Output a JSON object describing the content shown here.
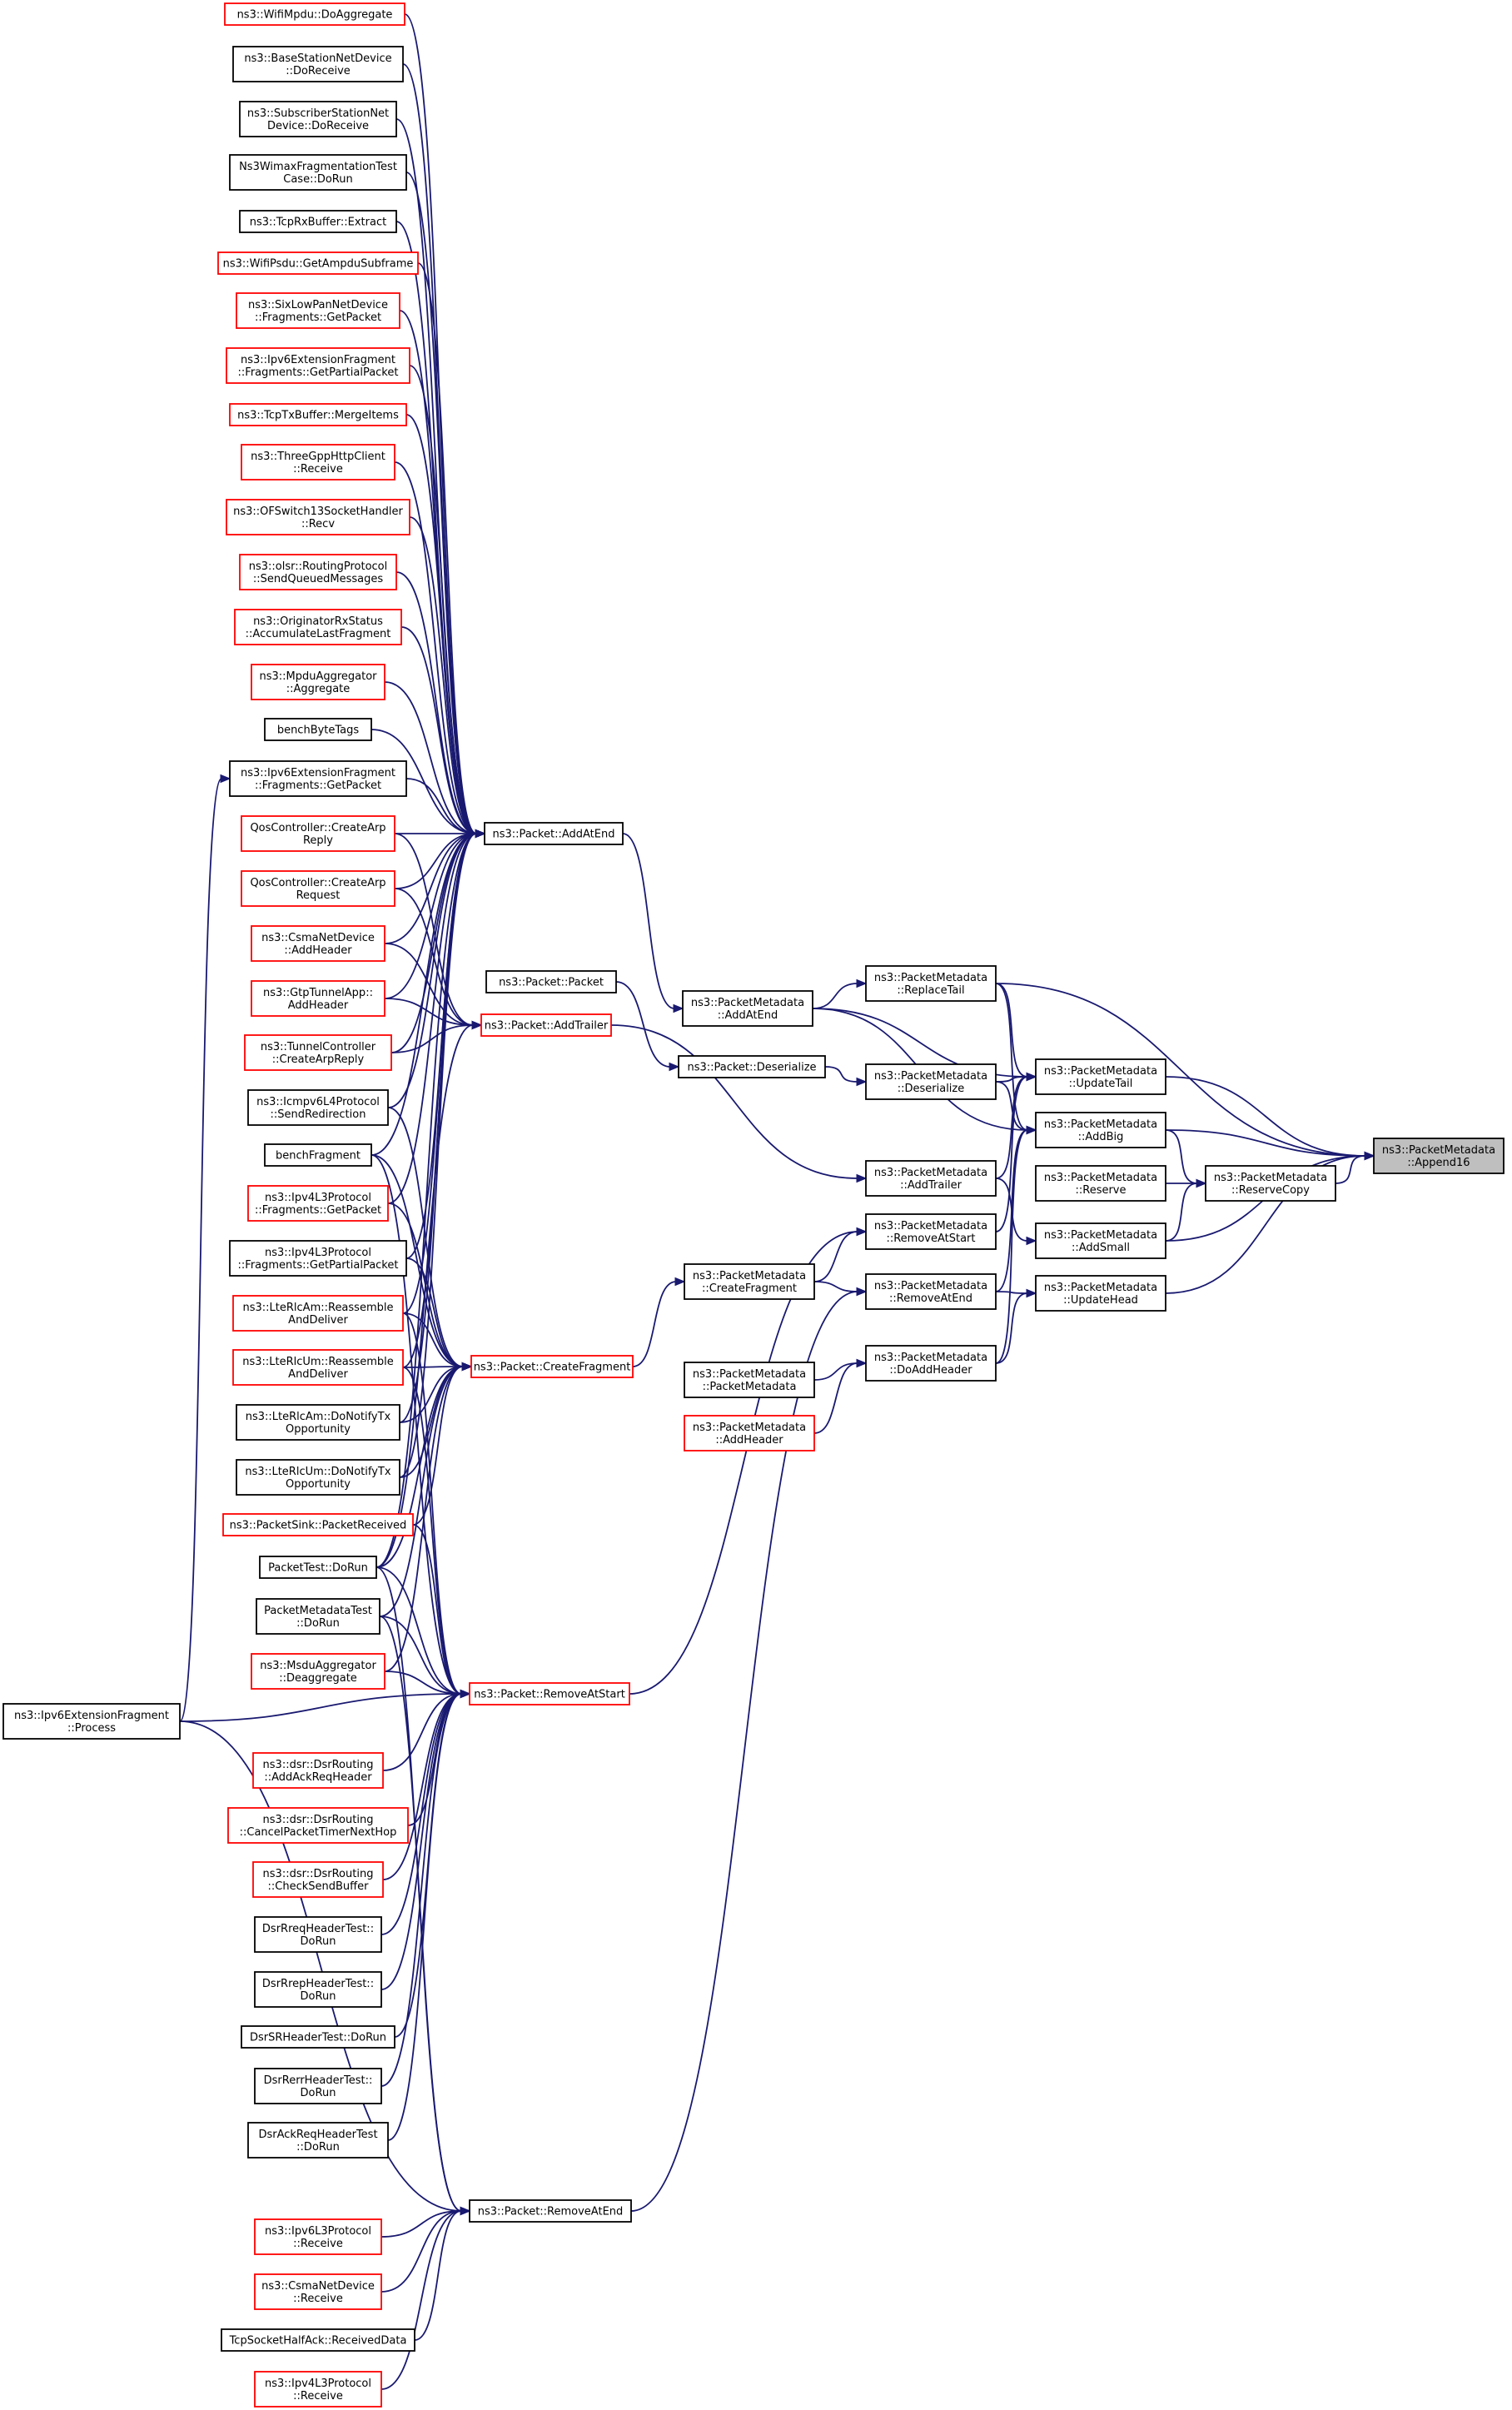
{
  "colors": {
    "edge": "#191970",
    "border_documented": "#000000",
    "border_truncated": "#ff0000",
    "root_fill": "#bfbfbf",
    "node_fill": "#ffffff"
  },
  "nodes": [
    {
      "id": "root",
      "lines": [
        "ns3::PacketMetadata",
        "::Append16"
      ],
      "style": "root"
    },
    {
      "id": "update_tail",
      "lines": [
        "ns3::PacketMetadata",
        "::UpdateTail"
      ],
      "style": "normal"
    },
    {
      "id": "add_big",
      "lines": [
        "ns3::PacketMetadata",
        "::AddBig"
      ],
      "style": "normal"
    },
    {
      "id": "reserve_copy",
      "lines": [
        "ns3::PacketMetadata",
        "::ReserveCopy"
      ],
      "style": "normal"
    },
    {
      "id": "reserve",
      "lines": [
        "ns3::PacketMetadata",
        "::Reserve"
      ],
      "style": "normal"
    },
    {
      "id": "add_small",
      "lines": [
        "ns3::PacketMetadata",
        "::AddSmall"
      ],
      "style": "normal"
    },
    {
      "id": "update_head",
      "lines": [
        "ns3::PacketMetadata",
        "::UpdateHead"
      ],
      "style": "normal"
    },
    {
      "id": "replace_tail",
      "lines": [
        "ns3::PacketMetadata",
        "::ReplaceTail"
      ],
      "style": "normal"
    },
    {
      "id": "pm_deserialize",
      "lines": [
        "ns3::PacketMetadata",
        "::Deserialize"
      ],
      "style": "normal"
    },
    {
      "id": "pm_add_trailer",
      "lines": [
        "ns3::PacketMetadata",
        "::AddTrailer"
      ],
      "style": "normal"
    },
    {
      "id": "pm_remove_at_start",
      "lines": [
        "ns3::PacketMetadata",
        "::RemoveAtStart"
      ],
      "style": "normal"
    },
    {
      "id": "pm_remove_at_end",
      "lines": [
        "ns3::PacketMetadata",
        "::RemoveAtEnd"
      ],
      "style": "normal"
    },
    {
      "id": "pm_do_add_header",
      "lines": [
        "ns3::PacketMetadata",
        "::DoAddHeader"
      ],
      "style": "normal"
    },
    {
      "id": "pm_add_at_end",
      "lines": [
        "ns3::PacketMetadata",
        "::AddAtEnd"
      ],
      "style": "normal"
    },
    {
      "id": "pkt_deserialize",
      "lines": [
        "ns3::Packet::Deserialize"
      ],
      "style": "normal"
    },
    {
      "id": "pm_create_fragment",
      "lines": [
        "ns3::PacketMetadata",
        "::CreateFragment"
      ],
      "style": "normal"
    },
    {
      "id": "pm_packet_metadata",
      "lines": [
        "ns3::PacketMetadata",
        "::PacketMetadata"
      ],
      "style": "normal"
    },
    {
      "id": "pm_add_header",
      "lines": [
        "ns3::PacketMetadata",
        "::AddHeader"
      ],
      "style": "truncated"
    },
    {
      "id": "pkt_packet",
      "lines": [
        "ns3::Packet::Packet"
      ],
      "style": "normal"
    },
    {
      "id": "pkt_add_at_end",
      "lines": [
        "ns3::Packet::AddAtEnd"
      ],
      "style": "normal"
    },
    {
      "id": "pkt_add_trailer",
      "lines": [
        "ns3::Packet::AddTrailer"
      ],
      "style": "truncated"
    },
    {
      "id": "pkt_create_fragment",
      "lines": [
        "ns3::Packet::CreateFragment"
      ],
      "style": "truncated"
    },
    {
      "id": "pkt_remove_at_start",
      "lines": [
        "ns3::Packet::RemoveAtStart"
      ],
      "style": "truncated"
    },
    {
      "id": "pkt_remove_at_end",
      "lines": [
        "ns3::Packet::RemoveAtEnd"
      ],
      "style": "normal"
    },
    {
      "id": "c_wifimpdu",
      "lines": [
        "ns3::WifiMpdu::DoAggregate"
      ],
      "style": "truncated"
    },
    {
      "id": "c_bsnd",
      "lines": [
        "ns3::BaseStationNetDevice",
        "::DoReceive"
      ],
      "style": "normal"
    },
    {
      "id": "c_ssnd",
      "lines": [
        "ns3::SubscriberStationNet",
        "Device::DoReceive"
      ],
      "style": "normal"
    },
    {
      "id": "c_wimaxfrag",
      "lines": [
        "Ns3WimaxFragmentationTest",
        "Case::DoRun"
      ],
      "style": "normal"
    },
    {
      "id": "c_tcprx",
      "lines": [
        "ns3::TcpRxBuffer::Extract"
      ],
      "style": "normal"
    },
    {
      "id": "c_wifipsdu",
      "lines": [
        "ns3::WifiPsdu::GetAmpduSubframe"
      ],
      "style": "truncated"
    },
    {
      "id": "c_sixlowpan",
      "lines": [
        "ns3::SixLowPanNetDevice",
        "::Fragments::GetPacket"
      ],
      "style": "truncated"
    },
    {
      "id": "c_ipv6extpartial",
      "lines": [
        "ns3::Ipv6ExtensionFragment",
        "::Fragments::GetPartialPacket"
      ],
      "style": "truncated"
    },
    {
      "id": "c_tcptx",
      "lines": [
        "ns3::TcpTxBuffer::MergeItems"
      ],
      "style": "truncated"
    },
    {
      "id": "c_threegpp",
      "lines": [
        "ns3::ThreeGppHttpClient",
        "::Receive"
      ],
      "style": "truncated"
    },
    {
      "id": "c_ofswitch",
      "lines": [
        "ns3::OFSwitch13SocketHandler",
        "::Recv"
      ],
      "style": "truncated"
    },
    {
      "id": "c_olsr",
      "lines": [
        "ns3::olsr::RoutingProtocol",
        "::SendQueuedMessages"
      ],
      "style": "truncated"
    },
    {
      "id": "c_originator",
      "lines": [
        "ns3::OriginatorRxStatus",
        "::AccumulateLastFragment"
      ],
      "style": "truncated"
    },
    {
      "id": "c_mpduagg",
      "lines": [
        "ns3::MpduAggregator",
        "::Aggregate"
      ],
      "style": "truncated"
    },
    {
      "id": "c_benchbyte",
      "lines": [
        "benchByteTags"
      ],
      "style": "normal"
    },
    {
      "id": "c_ipv6extget",
      "lines": [
        "ns3::Ipv6ExtensionFragment",
        "::Fragments::GetPacket"
      ],
      "style": "normal"
    },
    {
      "id": "c_qosarpreply",
      "lines": [
        "QosController::CreateArp",
        "Reply"
      ],
      "style": "truncated"
    },
    {
      "id": "c_qosarpreq",
      "lines": [
        "QosController::CreateArp",
        "Request"
      ],
      "style": "truncated"
    },
    {
      "id": "c_csmaaddheader",
      "lines": [
        "ns3::CsmaNetDevice",
        "::AddHeader"
      ],
      "style": "truncated"
    },
    {
      "id": "c_gtptunnel",
      "lines": [
        "ns3::GtpTunnelApp::",
        "AddHeader"
      ],
      "style": "truncated"
    },
    {
      "id": "c_tunnelctrl",
      "lines": [
        "ns3::TunnelController",
        "::CreateArpReply"
      ],
      "style": "truncated"
    },
    {
      "id": "c_icmpv6",
      "lines": [
        "ns3::Icmpv6L4Protocol",
        "::SendRedirection"
      ],
      "style": "normal"
    },
    {
      "id": "c_benchfrag",
      "lines": [
        "benchFragment"
      ],
      "style": "normal"
    },
    {
      "id": "c_ipv4fragget",
      "lines": [
        "ns3::Ipv4L3Protocol",
        "::Fragments::GetPacket"
      ],
      "style": "truncated"
    },
    {
      "id": "c_ipv4fragpartial",
      "lines": [
        "ns3::Ipv4L3Protocol",
        "::Fragments::GetPartialPacket"
      ],
      "style": "normal"
    },
    {
      "id": "c_rlcamreasm",
      "lines": [
        "ns3::LteRlcAm::Reassemble",
        "AndDeliver"
      ],
      "style": "truncated"
    },
    {
      "id": "c_rlcumreasm",
      "lines": [
        "ns3::LteRlcUm::Reassemble",
        "AndDeliver"
      ],
      "style": "truncated"
    },
    {
      "id": "c_rlcamnotify",
      "lines": [
        "ns3::LteRlcAm::DoNotifyTx",
        "Opportunity"
      ],
      "style": "normal"
    },
    {
      "id": "c_rlcumnotify",
      "lines": [
        "ns3::LteRlcUm::DoNotifyTx",
        "Opportunity"
      ],
      "style": "normal"
    },
    {
      "id": "c_packetsink",
      "lines": [
        "ns3::PacketSink::PacketReceived"
      ],
      "style": "truncated"
    },
    {
      "id": "c_packettest",
      "lines": [
        "PacketTest::DoRun"
      ],
      "style": "normal"
    },
    {
      "id": "c_pmtest",
      "lines": [
        "PacketMetadataTest",
        "::DoRun"
      ],
      "style": "normal"
    },
    {
      "id": "c_msduagg",
      "lines": [
        "ns3::MsduAggregator",
        "::Deaggregate"
      ],
      "style": "truncated"
    },
    {
      "id": "c_ipv6extprocess",
      "lines": [
        "ns3::Ipv6ExtensionFragment",
        "::Process"
      ],
      "style": "normal"
    },
    {
      "id": "c_dsrackreq",
      "lines": [
        "ns3::dsr::DsrRouting",
        "::AddAckReqHeader"
      ],
      "style": "truncated"
    },
    {
      "id": "c_dsrcancel",
      "lines": [
        "ns3::dsr::DsrRouting",
        "::CancelPacketTimerNextHop"
      ],
      "style": "truncated"
    },
    {
      "id": "c_dsrcheck",
      "lines": [
        "ns3::dsr::DsrRouting",
        "::CheckSendBuffer"
      ],
      "style": "truncated"
    },
    {
      "id": "c_dsrrreq",
      "lines": [
        "DsrRreqHeaderTest::",
        "DoRun"
      ],
      "style": "normal"
    },
    {
      "id": "c_dsrrrep",
      "lines": [
        "DsrRrepHeaderTest::",
        "DoRun"
      ],
      "style": "normal"
    },
    {
      "id": "c_dsrsr",
      "lines": [
        "DsrSRHeaderTest::DoRun"
      ],
      "style": "normal"
    },
    {
      "id": "c_dsrrerr",
      "lines": [
        "DsrRerrHeaderTest::",
        "DoRun"
      ],
      "style": "normal"
    },
    {
      "id": "c_dsrackreqtest",
      "lines": [
        "DsrAckReqHeaderTest",
        "::DoRun"
      ],
      "style": "normal"
    },
    {
      "id": "c_ipv6receive",
      "lines": [
        "ns3::Ipv6L3Protocol",
        "::Receive"
      ],
      "style": "truncated"
    },
    {
      "id": "c_csmareceive",
      "lines": [
        "ns3::CsmaNetDevice",
        "::Receive"
      ],
      "style": "truncated"
    },
    {
      "id": "c_tcphalfack",
      "lines": [
        "TcpSocketHalfAck::ReceivedData"
      ],
      "style": "normal"
    },
    {
      "id": "c_ipv4receive",
      "lines": [
        "ns3::Ipv4L3Protocol",
        "::Receive"
      ],
      "style": "truncated"
    }
  ],
  "edges": [
    [
      "update_tail",
      "root"
    ],
    [
      "add_big",
      "root"
    ],
    [
      "reserve_copy",
      "root"
    ],
    [
      "add_small",
      "root"
    ],
    [
      "update_head",
      "root"
    ],
    [
      "replace_tail",
      "root"
    ],
    [
      "reserve",
      "reserve_copy"
    ],
    [
      "add_big",
      "reserve_copy"
    ],
    [
      "add_small",
      "reserve_copy"
    ],
    [
      "replace_tail",
      "update_tail"
    ],
    [
      "pm_add_at_end",
      "update_tail"
    ],
    [
      "pm_deserialize",
      "update_tail"
    ],
    [
      "pm_add_trailer",
      "update_tail"
    ],
    [
      "pm_remove_at_start",
      "update_tail"
    ],
    [
      "replace_tail",
      "add_big"
    ],
    [
      "pm_deserialize",
      "add_big"
    ],
    [
      "pm_add_at_end",
      "add_big"
    ],
    [
      "pm_remove_at_end",
      "add_big"
    ],
    [
      "pm_do_add_header",
      "add_big"
    ],
    [
      "pm_add_trailer",
      "add_small"
    ],
    [
      "pm_remove_at_end",
      "update_head"
    ],
    [
      "pm_do_add_header",
      "update_head"
    ],
    [
      "pm_add_at_end",
      "replace_tail"
    ],
    [
      "pkt_deserialize",
      "pm_deserialize"
    ],
    [
      "pkt_add_trailer",
      "pm_add_trailer"
    ],
    [
      "pm_create_fragment",
      "pm_remove_at_start"
    ],
    [
      "pm_create_fragment",
      "pm_remove_at_end"
    ],
    [
      "pm_packet_metadata",
      "pm_do_add_header"
    ],
    [
      "pm_add_header",
      "pm_do_add_header"
    ],
    [
      "pkt_add_at_end",
      "pm_add_at_end"
    ],
    [
      "pkt_packet",
      "pkt_deserialize"
    ],
    [
      "pkt_create_fragment",
      "pm_create_fragment"
    ],
    [
      "pkt_remove_at_start",
      "pm_remove_at_start"
    ],
    [
      "pkt_remove_at_end",
      "pm_remove_at_end"
    ],
    [
      "c_wifimpdu",
      "pkt_add_at_end"
    ],
    [
      "c_bsnd",
      "pkt_add_at_end"
    ],
    [
      "c_ssnd",
      "pkt_add_at_end"
    ],
    [
      "c_wimaxfrag",
      "pkt_add_at_end"
    ],
    [
      "c_tcprx",
      "pkt_add_at_end"
    ],
    [
      "c_wifipsdu",
      "pkt_add_at_end"
    ],
    [
      "c_sixlowpan",
      "pkt_add_at_end"
    ],
    [
      "c_ipv6extpartial",
      "pkt_add_at_end"
    ],
    [
      "c_tcptx",
      "pkt_add_at_end"
    ],
    [
      "c_threegpp",
      "pkt_add_at_end"
    ],
    [
      "c_ofswitch",
      "pkt_add_at_end"
    ],
    [
      "c_olsr",
      "pkt_add_at_end"
    ],
    [
      "c_originator",
      "pkt_add_at_end"
    ],
    [
      "c_mpduagg",
      "pkt_add_at_end"
    ],
    [
      "c_benchbyte",
      "pkt_add_at_end"
    ],
    [
      "c_ipv6extget",
      "pkt_add_at_end"
    ],
    [
      "c_qosarpreply",
      "pkt_add_at_end"
    ],
    [
      "c_qosarpreq",
      "pkt_add_at_end"
    ],
    [
      "c_csmaaddheader",
      "pkt_add_at_end"
    ],
    [
      "c_gtptunnel",
      "pkt_add_at_end"
    ],
    [
      "c_tunnelctrl",
      "pkt_add_at_end"
    ],
    [
      "c_icmpv6",
      "pkt_add_at_end"
    ],
    [
      "c_benchfrag",
      "pkt_add_at_end"
    ],
    [
      "c_ipv4fragget",
      "pkt_add_at_end"
    ],
    [
      "c_ipv4fragpartial",
      "pkt_add_at_end"
    ],
    [
      "c_rlcamreasm",
      "pkt_add_at_end"
    ],
    [
      "c_rlcumreasm",
      "pkt_add_at_end"
    ],
    [
      "c_rlcamnotify",
      "pkt_add_at_end"
    ],
    [
      "c_rlcumnotify",
      "pkt_add_at_end"
    ],
    [
      "c_packettest",
      "pkt_add_at_end"
    ],
    [
      "c_qosarpreply",
      "pkt_add_trailer"
    ],
    [
      "c_qosarpreq",
      "pkt_add_trailer"
    ],
    [
      "c_csmaaddheader",
      "pkt_add_trailer"
    ],
    [
      "c_gtptunnel",
      "pkt_add_trailer"
    ],
    [
      "c_tunnelctrl",
      "pkt_add_trailer"
    ],
    [
      "c_packettest",
      "pkt_add_trailer"
    ],
    [
      "c_benchfrag",
      "pkt_create_fragment"
    ],
    [
      "c_ipv4fragget",
      "pkt_create_fragment"
    ],
    [
      "c_ipv4fragpartial",
      "pkt_create_fragment"
    ],
    [
      "c_rlcamreasm",
      "pkt_create_fragment"
    ],
    [
      "c_rlcumreasm",
      "pkt_create_fragment"
    ],
    [
      "c_rlcamnotify",
      "pkt_create_fragment"
    ],
    [
      "c_rlcumnotify",
      "pkt_create_fragment"
    ],
    [
      "c_packetsink",
      "pkt_create_fragment"
    ],
    [
      "c_packettest",
      "pkt_create_fragment"
    ],
    [
      "c_pmtest",
      "pkt_create_fragment"
    ],
    [
      "c_msduagg",
      "pkt_create_fragment"
    ],
    [
      "c_icmpv6",
      "pkt_create_fragment"
    ],
    [
      "c_ipv6extprocess",
      "pkt_remove_at_start"
    ],
    [
      "c_packettest",
      "pkt_remove_at_start"
    ],
    [
      "c_pmtest",
      "pkt_remove_at_start"
    ],
    [
      "c_msduagg",
      "pkt_remove_at_start"
    ],
    [
      "c_rlcamreasm",
      "pkt_remove_at_start"
    ],
    [
      "c_rlcumreasm",
      "pkt_remove_at_start"
    ],
    [
      "c_packetsink",
      "pkt_remove_at_start"
    ],
    [
      "c_dsrackreq",
      "pkt_remove_at_start"
    ],
    [
      "c_dsrcancel",
      "pkt_remove_at_start"
    ],
    [
      "c_dsrcheck",
      "pkt_remove_at_start"
    ],
    [
      "c_dsrrreq",
      "pkt_remove_at_start"
    ],
    [
      "c_dsrrrep",
      "pkt_remove_at_start"
    ],
    [
      "c_dsrsr",
      "pkt_remove_at_start"
    ],
    [
      "c_dsrrerr",
      "pkt_remove_at_start"
    ],
    [
      "c_dsrackreqtest",
      "pkt_remove_at_start"
    ],
    [
      "c_benchfrag",
      "pkt_remove_at_start"
    ],
    [
      "c_ipv6extprocess",
      "c_ipv6extget"
    ],
    [
      "c_ipv6extprocess",
      "pkt_remove_at_end"
    ],
    [
      "c_ipv6receive",
      "pkt_remove_at_end"
    ],
    [
      "c_csmareceive",
      "pkt_remove_at_end"
    ],
    [
      "c_tcphalfack",
      "pkt_remove_at_end"
    ],
    [
      "c_ipv4receive",
      "pkt_remove_at_end"
    ],
    [
      "c_packettest",
      "pkt_remove_at_end"
    ],
    [
      "c_pmtest",
      "pkt_remove_at_end"
    ]
  ]
}
